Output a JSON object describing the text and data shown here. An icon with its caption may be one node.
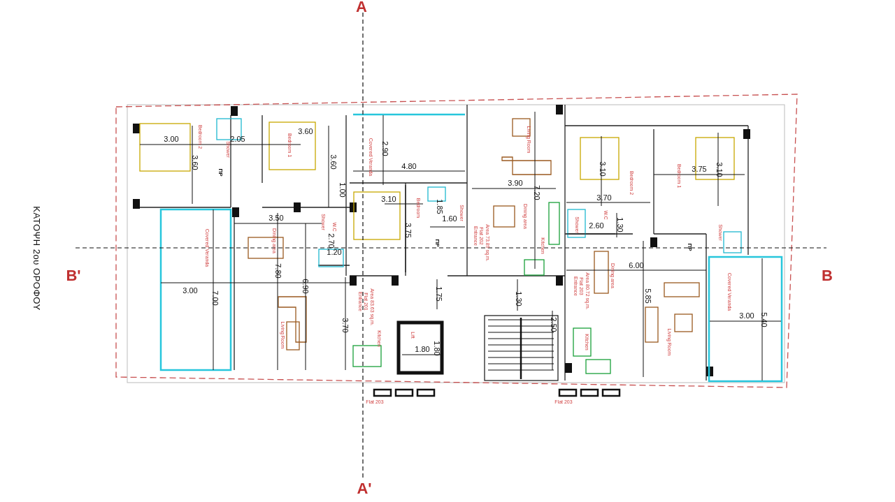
{
  "diagram": {
    "title": "ΚΑΤΟΨΗ 2ου ΟΡΟΦΟΥ",
    "labels": [
      "A",
      "B'",
      "B",
      "A'",
      "3.00",
      "Bedroom 2",
      "2.05",
      "Shower",
      "3.60",
      "Bedroom 1",
      "3.60",
      "ΠΡ",
      "3.60",
      "1.00",
      "3.50",
      "Covered Veranda",
      "Dining area",
      "Shower",
      "W.C",
      "2.70",
      "1.20",
      "7.80",
      "6.90",
      "3.00",
      "7.00",
      "Living Room",
      "3.70",
      "Covered Veranda",
      "2.90",
      "4.80",
      "Living Room",
      "3.90",
      "7.20",
      "3.10",
      "Bedroom",
      "1.85",
      "Shower",
      "1.60",
      "Dining area",
      "3.75",
      "Area 73.89 sq.m.",
      "Flat 202",
      "Entrance",
      "ΠΡ",
      "Kitchen",
      "Area 83.63 sq.m.",
      "Flat 201",
      "Entrance",
      "1.75",
      "1.30",
      "Kitchen",
      "Lift",
      "1.80",
      "1.80",
      "2.50",
      "3.10",
      "Bedroom 2",
      "Bedroom 1",
      "3.75",
      "3.10",
      "3.70",
      "Shower",
      "W.C",
      "2.60",
      "1.30",
      "Shower",
      "ΠΡ",
      "6.00",
      "Dining area",
      "Area 80.72 sq.m.",
      "Flat 203",
      "Entrance",
      "5.85",
      "Covered Veranda",
      "3.00",
      "5.40",
      "Kitchen",
      "Living Room",
      "Flat 203",
      "Flat 203"
    ]
  }
}
